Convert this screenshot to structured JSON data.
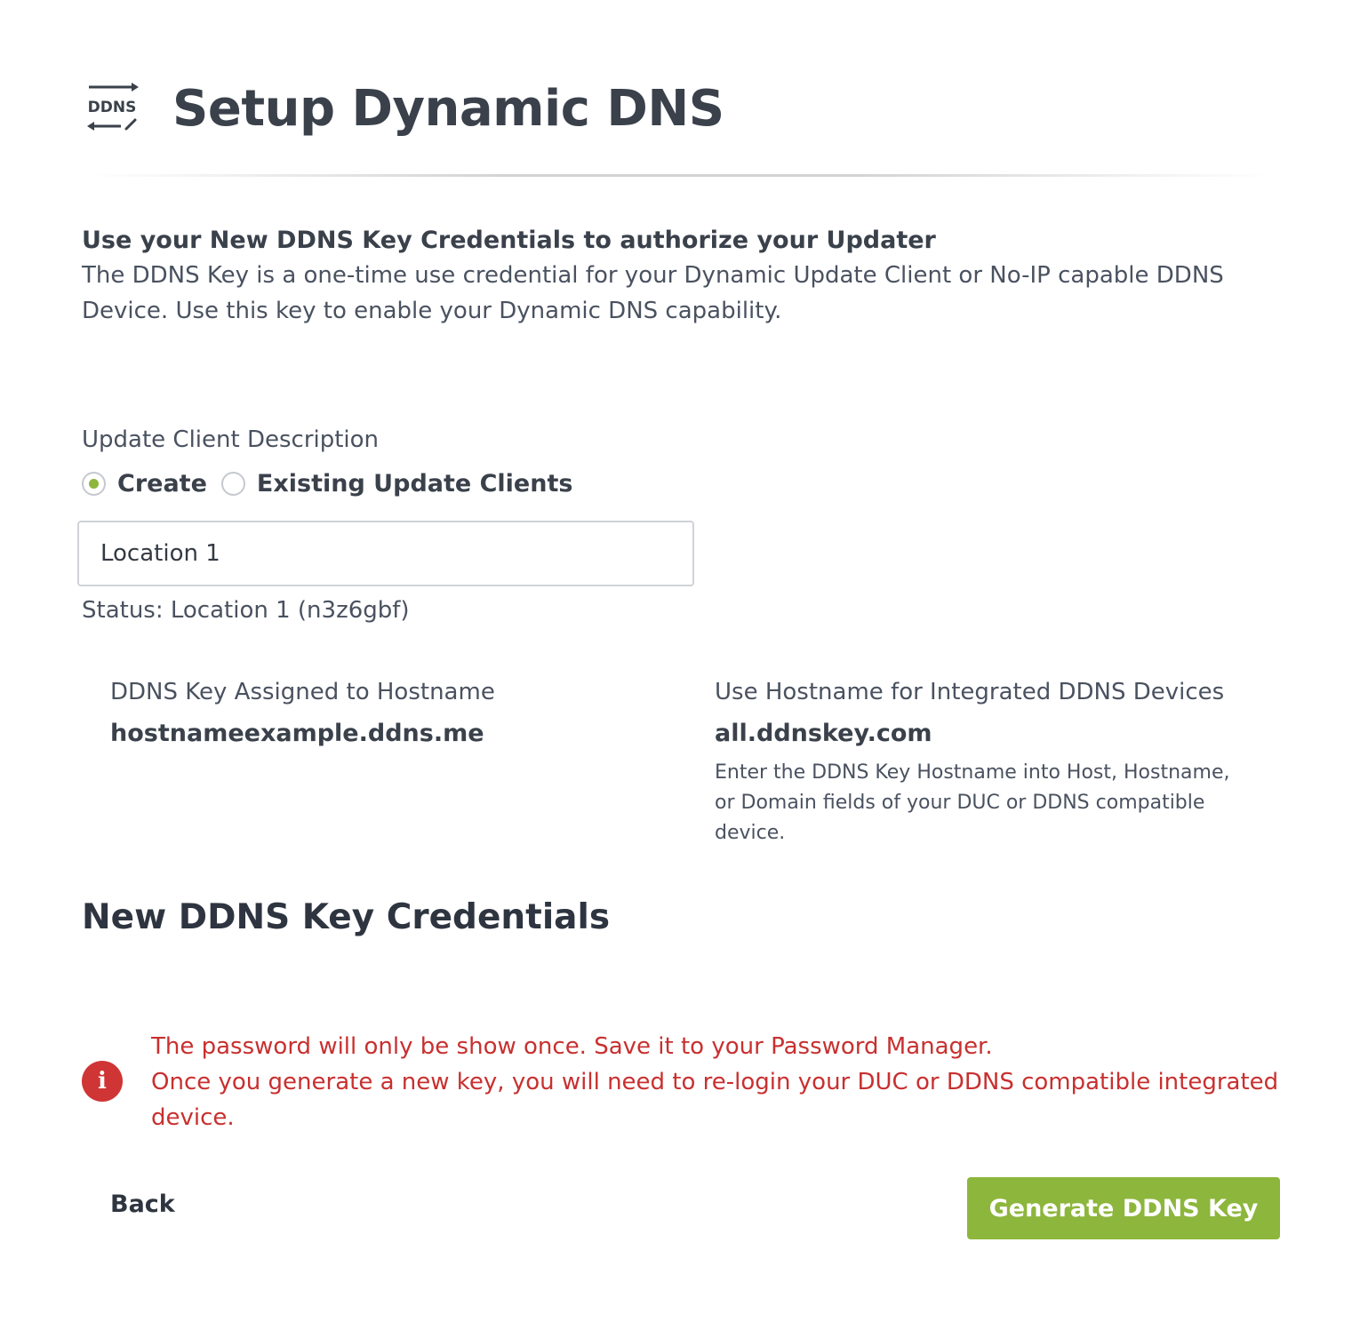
{
  "header": {
    "icon_text": "DDNS",
    "title": "Setup Dynamic DNS"
  },
  "intro": {
    "heading": "Use your New DDNS Key Credentials to authorize your Updater",
    "text": "The DDNS Key is a one-time use credential for your Dynamic Update Client or No-IP capable DDNS Device. Use this key to enable your Dynamic DNS capability."
  },
  "update_client": {
    "label": "Update Client Description",
    "options": [
      {
        "label": "Create",
        "selected": true
      },
      {
        "label": "Existing Update Clients",
        "selected": false
      }
    ],
    "input_value": "Location 1",
    "status": "Status: Location 1 (n3z6gbf)"
  },
  "hostname": {
    "assigned_label": "DDNS Key Assigned to Hostname",
    "assigned_value": "hostnameexample.ddns.me",
    "integrated_label": "Use Hostname for Integrated DDNS Devices",
    "integrated_value": "all.ddnskey.com",
    "integrated_help": "Enter the DDNS Key Hostname into Host, Hostname, or Domain fields of your DUC or DDNS compatible device."
  },
  "credentials": {
    "heading": "New DDNS Key Credentials",
    "warning_line1": "The password will only be show once. Save it to your Password Manager.",
    "warning_line2": "Once you generate a new key, you will need to re-login your DUC or DDNS compatible integrated device.",
    "warning_icon": "info-icon"
  },
  "actions": {
    "back_label": "Back",
    "generate_label": "Generate DDNS Key"
  },
  "colors": {
    "accent_green": "#8db63c",
    "warning_red": "#c8302f",
    "title_dark": "#3a414b"
  }
}
